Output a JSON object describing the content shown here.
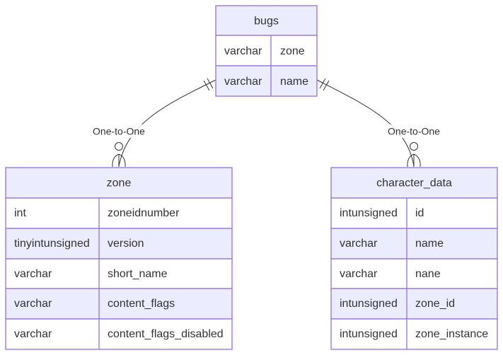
{
  "entities": [
    {
      "name": "bugs",
      "attributes": [
        {
          "type": "varchar",
          "name": "zone"
        },
        {
          "type": "varchar",
          "name": "name"
        }
      ]
    },
    {
      "name": "zone",
      "attributes": [
        {
          "type": "int",
          "name": "zoneidnumber"
        },
        {
          "type": "tinyintunsigned",
          "name": "version"
        },
        {
          "type": "varchar",
          "name": "short_name"
        },
        {
          "type": "varchar",
          "name": "content_flags"
        },
        {
          "type": "varchar",
          "name": "content_flags_disabled"
        }
      ]
    },
    {
      "name": "character_data",
      "attributes": [
        {
          "type": "intunsigned",
          "name": "id"
        },
        {
          "type": "varchar",
          "name": "name"
        },
        {
          "type": "varchar",
          "name": "nane"
        },
        {
          "type": "intunsigned",
          "name": "zone_id"
        },
        {
          "type": "intunsigned",
          "name": "zone_instance"
        }
      ]
    }
  ],
  "relationships": [
    {
      "from": "bugs",
      "to": "zone",
      "label": "One-to-One",
      "from_cardinality": "exactly-one",
      "to_cardinality": "zero-or-more"
    },
    {
      "from": "bugs",
      "to": "character_data",
      "label": "One-to-One",
      "from_cardinality": "exactly-one",
      "to_cardinality": "zero-or-more"
    }
  ],
  "colors": {
    "entity_fill": "#ECECFF",
    "row_fill": "#ffffff",
    "border": "#9370DB",
    "text": "#333333",
    "line": "#333333"
  }
}
